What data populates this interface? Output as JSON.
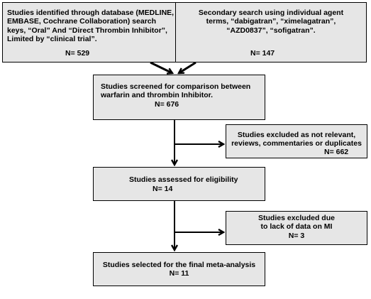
{
  "boxes": {
    "database_search": {
      "lines": [
        "Studies identified through database (MEDLINE,",
        "EMBASE, Cochrane Collaboration) search",
        "keys, “Oral” And “Direct Thrombin Inhibitor”,",
        "Limited by “clinical trial”."
      ],
      "count": "N= 529"
    },
    "secondary_search": {
      "lines": [
        "Secondary search using  individual agent",
        "terms, “dabigatran”, “ximelagatran”,",
        "“AZD0837”, “sofigatran”."
      ],
      "count": "N= 147"
    },
    "screened": {
      "lines": [
        "Studies screened for comparison between",
        "warfarin and thrombin Inhibitor."
      ],
      "count": "N= 676"
    },
    "excluded_not_relevant": {
      "lines": [
        "Studies excluded as not relevant,",
        "reviews, commentaries or duplicates"
      ],
      "count": "N= 662"
    },
    "assessed": {
      "lines": [
        "Studies assessed for eligibility"
      ],
      "count": "N= 14"
    },
    "excluded_no_mi": {
      "lines": [
        "Studies excluded due",
        "to lack of data on MI",
        "N= 3"
      ]
    },
    "final": {
      "lines": [
        "Studies selected for the final meta-analysis",
        "N= 11"
      ]
    }
  },
  "colors": {
    "box_fill": "#e6e6e6",
    "stroke": "#000000"
  }
}
